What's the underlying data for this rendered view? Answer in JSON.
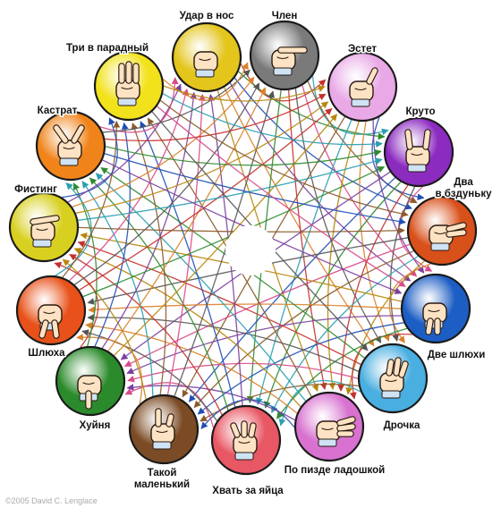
{
  "nodes": [
    {
      "id": "udar",
      "label": "Удар в нос",
      "color": "#e3c51c",
      "icon": "fist-icon"
    },
    {
      "id": "chlen",
      "label": "Член",
      "color": "#7a7a7a",
      "icon": "pointing-hand-icon"
    },
    {
      "id": "estet",
      "label": "Эстет",
      "color": "#e9a8e6",
      "icon": "pinky-raised-hand-icon"
    },
    {
      "id": "kruto",
      "label": "Круто",
      "color": "#8c2bc0",
      "icon": "horns-hand-icon"
    },
    {
      "id": "dva",
      "label": "Два\nв бздуньку",
      "color": "#d8501a",
      "icon": "two-fingers-forward-icon"
    },
    {
      "id": "dve-shlyukhi",
      "label": "Две шлюхи",
      "color": "#1d5ec4",
      "icon": "two-fingers-down-icon"
    },
    {
      "id": "drochka",
      "label": "Дрочка",
      "color": "#49aee0",
      "icon": "ok-hand-icon"
    },
    {
      "id": "po-pizde",
      "label": "По пизде ладошкой",
      "color": "#d871cf",
      "icon": "flat-palm-icon"
    },
    {
      "id": "khvat",
      "label": "Хвать за яйца",
      "color": "#e85764",
      "icon": "grabbing-hand-icon"
    },
    {
      "id": "takoy",
      "label": "Такой\nмаленький",
      "color": "#7b4b25",
      "icon": "small-gap-hand-icon"
    },
    {
      "id": "khuynya",
      "label": "Хуйня",
      "color": "#2b8a2b",
      "icon": "thumbs-down-icon"
    },
    {
      "id": "shlyukha",
      "label": "Шлюха",
      "color": "#e8521a",
      "icon": "walking-fingers-icon"
    },
    {
      "id": "fisting",
      "label": "Фистинг",
      "color": "#d8d020",
      "icon": "cupped-hand-icon"
    },
    {
      "id": "kastrat",
      "label": "Кастрат",
      "color": "#f0841a",
      "icon": "scissors-hand-icon"
    },
    {
      "id": "tri",
      "label": "Три в парадный",
      "color": "#f2e21c",
      "icon": "three-fingers-icon"
    }
  ],
  "arrow_colors": [
    "#c4302b",
    "#2e8b2e",
    "#1f4fb5",
    "#7b3fa0",
    "#d9822b",
    "#b8860b",
    "#2a9fb0",
    "#8b5a2b",
    "#d84a8a",
    "#555555"
  ],
  "copyright": "©2005 David C. Lenglace"
}
